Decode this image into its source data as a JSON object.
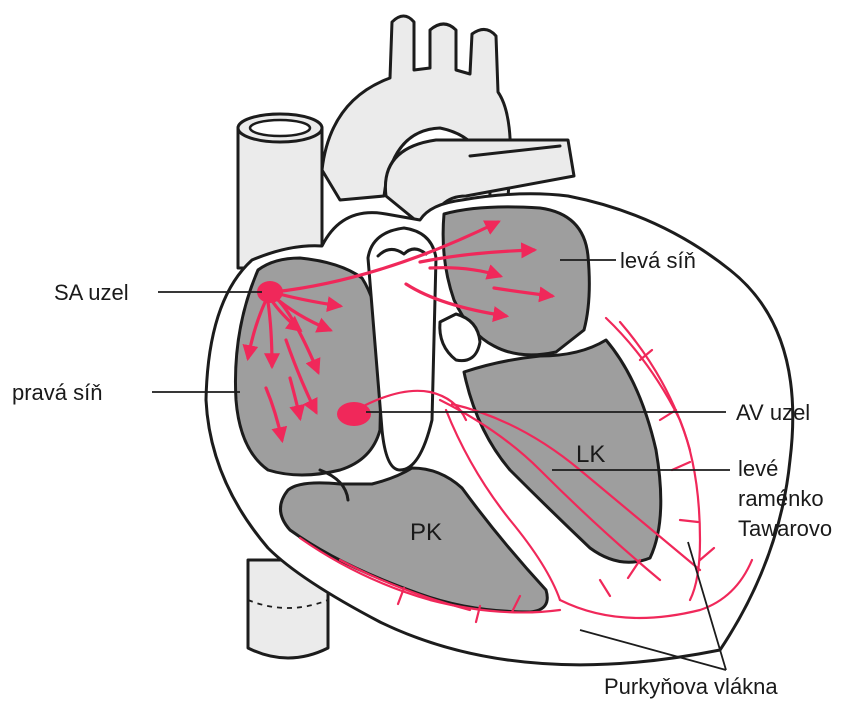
{
  "labels": {
    "sa_node": "SA uzel",
    "right_atrium": "pravá síň",
    "left_atrium": "levá síň",
    "av_node": "AV uzel",
    "lk": "LK",
    "pk": "PK",
    "left_bundle_line1": "levé",
    "left_bundle_line2": "raménko",
    "left_bundle_line3": "Tawarovo",
    "purkinje": "Purkyňova vlákna"
  },
  "colors": {
    "signal": "#f0285a",
    "chamber": "#9e9e9e",
    "vessel": "#ebebeb",
    "outline": "#1c1c1c"
  }
}
